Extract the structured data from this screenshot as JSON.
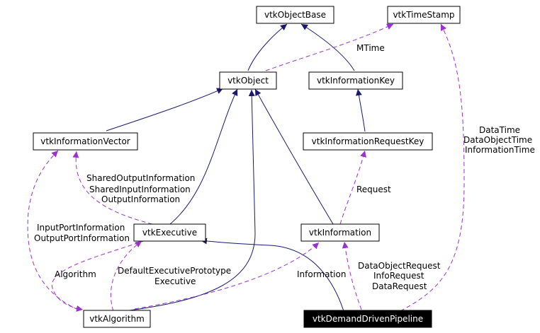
{
  "nodes": {
    "vtkObjectBase": "vtkObjectBase",
    "vtkTimeStamp": "vtkTimeStamp",
    "vtkObject": "vtkObject",
    "vtkInformationKey": "vtkInformationKey",
    "vtkInformationVector": "vtkInformationVector",
    "vtkInformationRequestKey": "vtkInformationRequestKey",
    "vtkExecutive": "vtkExecutive",
    "vtkInformation": "vtkInformation",
    "vtkAlgorithm": "vtkAlgorithm",
    "vtkDemandDrivenPipeline": "vtkDemandDrivenPipeline"
  },
  "edge_labels": {
    "mtime": "MTime",
    "shared_output_information": "SharedOutputInformation",
    "shared_input_information": "SharedInputInformation",
    "output_information": "OutputInformation",
    "request": "Request",
    "data_time": "DataTime",
    "data_object_time": "DataObjectTime",
    "information_time": "InformationTime",
    "input_port_information": "InputPortInformation",
    "output_port_information": "OutputPortInformation",
    "algorithm": "Algorithm",
    "default_executive_prototype": "DefaultExecutivePrototype",
    "executive": "Executive",
    "information": "Information",
    "data_object_request": "DataObjectRequest",
    "info_request": "InfoRequest",
    "data_request": "DataRequest"
  },
  "colors": {
    "inheritance_edge": "#191970",
    "usage_edge": "#9a32cd",
    "focus_node_fill": "#000000",
    "focus_node_text": "#ffffff"
  }
}
